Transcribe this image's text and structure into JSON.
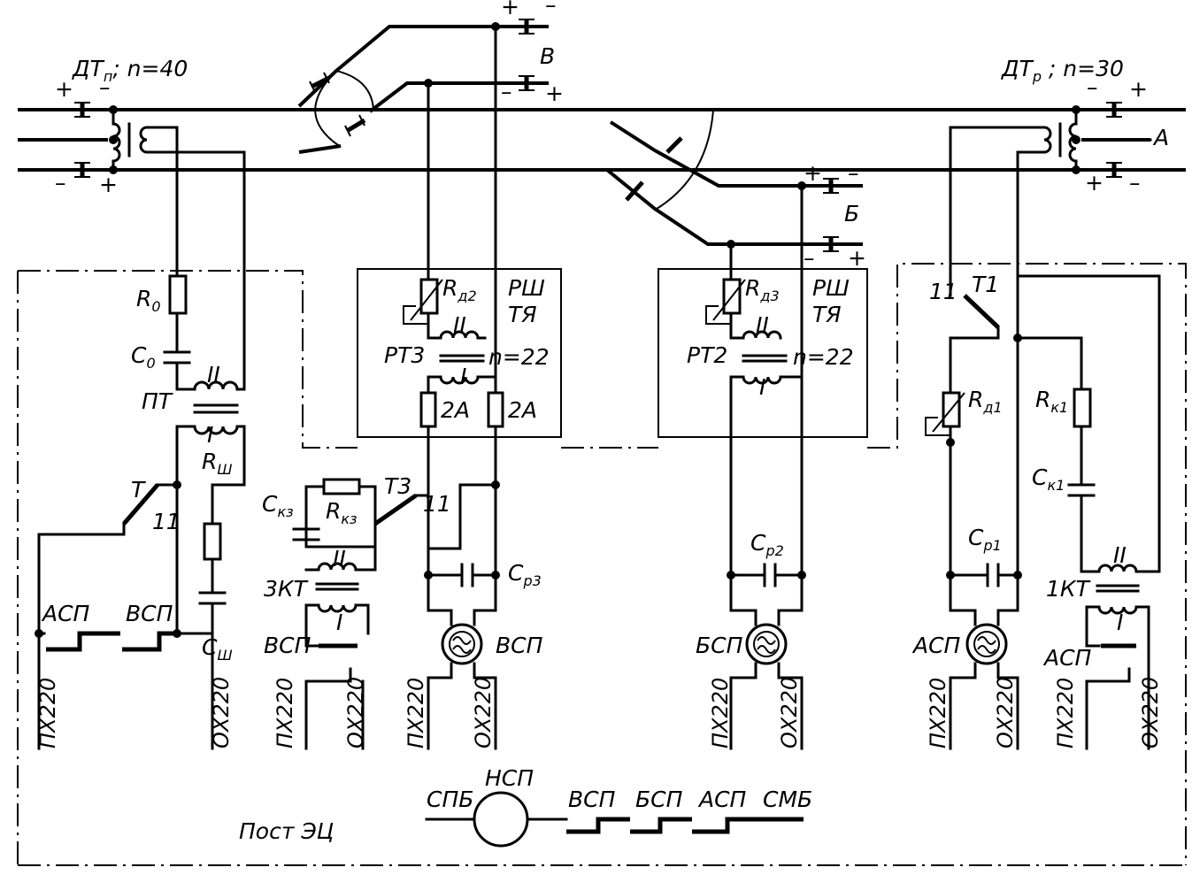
{
  "track": {
    "dt_left": {
      "name": "ДТ",
      "sub": "п",
      "turns": "; n=40"
    },
    "dt_right": {
      "name": "ДТ",
      "sub": "р",
      "turns": " ; n=30"
    },
    "section_v": "В",
    "section_b": "Б",
    "section_a": "А",
    "plus": "+",
    "minus": "–"
  },
  "left_unit": {
    "r0": {
      "main": "R",
      "sub": "0"
    },
    "c0": {
      "main": "C",
      "sub": "0"
    },
    "pt": "ПТ",
    "winding_ii": "II",
    "winding_i": "I",
    "rsh": {
      "main": "R",
      "sub": "Ш"
    },
    "t": "Т",
    "contact": "11",
    "asp": "АСП",
    "vsp": "ВСП",
    "csh": {
      "main": "C",
      "sub": "Ш"
    },
    "px": "ПХ220",
    "ox": "ОХ220"
  },
  "unit_v": {
    "rd2": {
      "main": "R",
      "sub": "д2"
    },
    "rsh": "РШ",
    "tya": "ТЯ",
    "rt3": "РТ3",
    "winding_ii": "II",
    "winding_i": "I",
    "turns": "n=22",
    "fuse_left": "2А",
    "fuse_right": "2А",
    "t3": "Т3",
    "contact": "11",
    "ckz": {
      "main": "C",
      "sub": "кз"
    },
    "rkz": {
      "main": "R",
      "sub": "кз"
    },
    "kt": "3КТ",
    "kt_ii": "II",
    "kt_i": "I",
    "vsp_contact": "ВСП",
    "cp3": {
      "main": "C",
      "sub": "р3"
    },
    "relay": "ВСП",
    "px1": "ПХ220",
    "ox1": "ОХ220",
    "px2": "ПХ220",
    "ox2": "ОХ220"
  },
  "unit_b": {
    "rd3": {
      "main": "R",
      "sub": "д3"
    },
    "rsh": "РШ",
    "tya": "ТЯ",
    "rt2": "РТ2",
    "winding_ii": "II",
    "winding_i": "I",
    "turns": "n=22",
    "cp2": {
      "main": "C",
      "sub": "р2"
    },
    "relay": "БСП",
    "px": "ПХ220",
    "ox": "ОХ220"
  },
  "unit_a": {
    "t1": "Т1",
    "contact": "11",
    "rd1": {
      "main": "R",
      "sub": "д1"
    },
    "rk1": {
      "main": "R",
      "sub": "к1"
    },
    "ck1": {
      "main": "C",
      "sub": "к1"
    },
    "cp1": {
      "main": "C",
      "sub": "р1"
    },
    "kt": "1КТ",
    "kt_ii": "II",
    "kt_i": "I",
    "relay": "АСП",
    "asp_contact": "АСП",
    "px1": "ПХ220",
    "ox1": "ОХ220",
    "px2": "ПХ220",
    "ox2": "ОХ220"
  },
  "bottom": {
    "post": "Пост ЭЦ",
    "spb": "СПБ",
    "nsp": "НСП",
    "vsp": "ВСП",
    "bsp": "БСП",
    "asp": "АСП",
    "smb": "СМБ"
  }
}
